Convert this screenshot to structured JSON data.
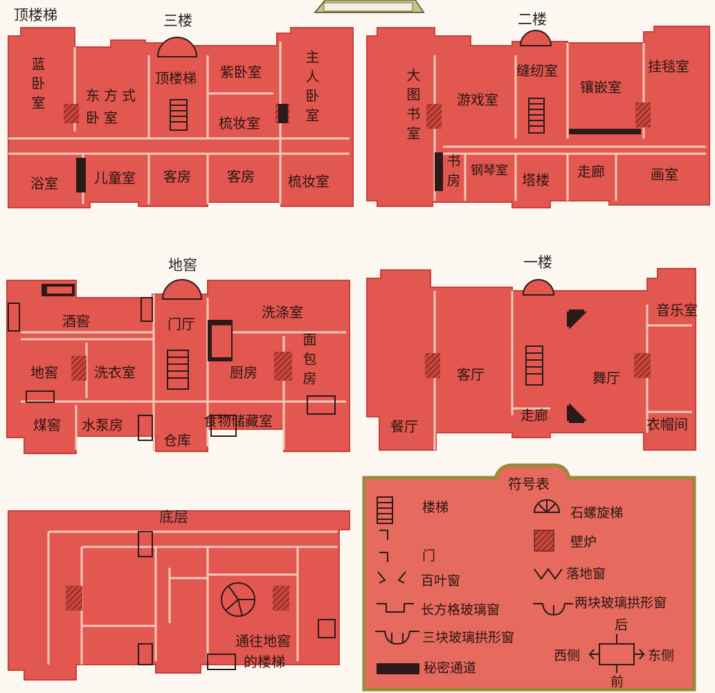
{
  "floors": {
    "attic": {
      "title": "顶楼梯"
    },
    "third": {
      "title": "三楼",
      "rooms": {
        "blue_bedroom": "蓝卧室",
        "east_bedroom": "东方式卧室",
        "attic_stairs": "顶楼梯",
        "purple_bedroom": "紫卧室",
        "dressing_room_1": "梳妆室",
        "master_bedroom": "主人卧室",
        "bathroom": "浴室",
        "nursery": "儿童室",
        "guest_room_1": "客房",
        "guest_room_2": "客房",
        "dressing_room_2": "梳妆室"
      }
    },
    "second": {
      "title": "二楼",
      "rooms": {
        "library": "大图书室",
        "game_room": "游戏室",
        "sewing_room": "缝纫室",
        "inlay_room": "镶嵌室",
        "tapestry_room": "挂毯室",
        "study": "书房",
        "piano_room": "钢琴室",
        "tower": "塔楼",
        "corridor": "走廊",
        "gallery": "画室"
      }
    },
    "cellar": {
      "title": "地窖",
      "rooms": {
        "wine_cellar": "酒窖",
        "foyer": "门厅",
        "scullery": "洗涤室",
        "cellar": "地窖",
        "laundry": "洗衣室",
        "kitchen": "厨房",
        "bakery": "面包房",
        "coal_cellar": "煤窖",
        "pump_room": "水泵房",
        "storeroom": "仓库",
        "pantry": "食物储藏室"
      }
    },
    "first": {
      "title": "一楼",
      "rooms": {
        "music_room": "音乐室",
        "dining_room": "餐厅",
        "living_room": "客厅",
        "ballroom": "舞厅",
        "corridor": "走廊",
        "cloakroom": "衣帽间"
      }
    },
    "ground": {
      "title": "底层",
      "rooms": {
        "stairs_to_cellar_1": "通往地窖",
        "stairs_to_cellar_2": "的楼梯"
      }
    }
  },
  "legend": {
    "title": "符号表",
    "items": {
      "stairs": "楼梯",
      "spiral_stairs": "石螺旋梯",
      "fireplace": "壁炉",
      "door": "门",
      "shutter_window": "百叶窗",
      "french_window": "落地窗",
      "rect_window": "长方格玻璃窗",
      "two_pane_arch": "两块玻璃拱形窗",
      "three_pane_arch": "三块玻璃拱形窗",
      "secret_passage": "秘密通道"
    },
    "compass": {
      "back": "后",
      "front": "前",
      "west": "西侧",
      "east": "东侧"
    }
  },
  "colors": {
    "floor_fill": "#e2574f",
    "floor_dark": "#c8403a",
    "wall_line": "#f1c9bb",
    "fireplace": "#b43a33",
    "secret": "#2b1a18",
    "legend_bg": "#e66a5e",
    "legend_border": "#9b8a3a",
    "page_bg": "#fcf8f1"
  }
}
